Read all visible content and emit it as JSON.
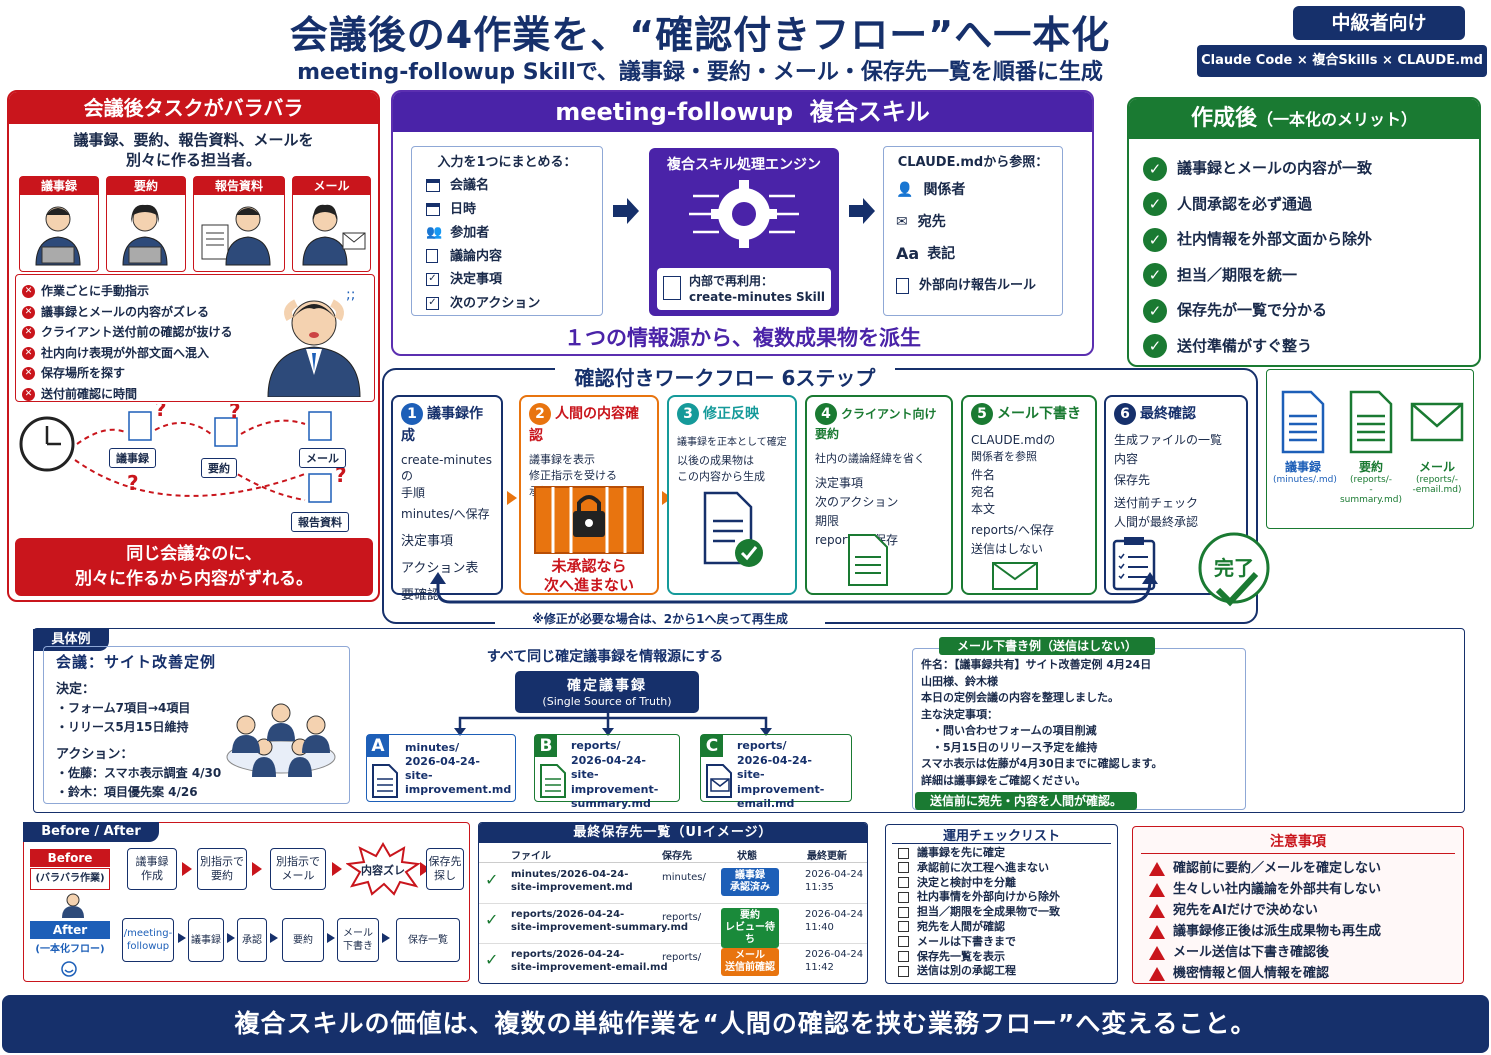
{
  "header": {
    "title": "会議後の4作業を、“確認付きフロー”へ一本化",
    "subtitle": "meeting-followup Skillで、議事録・要約・メール・保存先一覧を順番に生成",
    "level_badge": "中級者向け",
    "tech_badge": "Claude Code × 複合Skills × CLAUDE.md"
  },
  "problem": {
    "title": "会議後タスクがバラバラ",
    "lead": "議事録、要約、報告資料、メールを\n別々に作る担当者。",
    "roles": [
      "議事録",
      "要約",
      "報告資料",
      "メール"
    ],
    "issues": [
      "作業ごとに手動指示",
      "議事録とメールの内容がズレる",
      "クライアント送付前の確認が抜ける",
      "社内向け表現が外部文面へ混入",
      "保存場所を探す",
      "送付前確認に時間"
    ],
    "docs": [
      "議事録",
      "要約",
      "メール",
      "報告資料"
    ],
    "conclusion": "同じ会議なのに、\n別々に作るから内容がずれる。"
  },
  "skill": {
    "title": "meeting-followup  複合スキル",
    "input_title": "入力を1つにまとめる：",
    "inputs": [
      "会議名",
      "日時",
      "参加者",
      "議論内容",
      "決定事項",
      "次のアクション"
    ],
    "engine_title": "複合スキル処理エンジン",
    "reuse_label": "内部で再利用：",
    "reuse_value": "create-minutes Skill",
    "ref_title": "CLAUDE.mdから参照：",
    "refs": [
      "関係者",
      "宛先",
      "表記",
      "外部向け報告ルール"
    ],
    "tagline": "１つの情報源から、複数成果物を派生"
  },
  "benefits": {
    "title": "作成後",
    "title_sub": "（一本化のメリット）",
    "items": [
      "議事録とメールの内容が一致",
      "人間承認を必ず通過",
      "社内情報を外部文面から除外",
      "担当／期限を統一",
      "保存先が一覧で分かる",
      "送付準備がすぐ整う"
    ],
    "outputs": [
      {
        "label": "議事録",
        "path": "(minutes/.md)"
      },
      {
        "label": "要約",
        "path": "(reports/-\n-summary.md)"
      },
      {
        "label": "メール",
        "path": "(reports/-\n-email.md)"
      }
    ]
  },
  "workflow": {
    "title": "確認付きワークフロー 6ステップ",
    "steps": [
      {
        "num": "1",
        "title": "議事録作成",
        "lines": [
          "create-minutesの",
          "手順",
          "minutes/へ保存",
          "決定事項",
          "アクション表",
          "要確認"
        ]
      },
      {
        "num": "2",
        "title": "人間の内容確認",
        "lines": [
          "議事録を表示",
          "修正指示を受ける",
          "承認されるまでSTOP"
        ],
        "warn": "未承認なら\n次へ進まない"
      },
      {
        "num": "3",
        "title": "修正反映",
        "lines": [
          "議事録を正本として確定",
          "以後の成果物は",
          "この内容から生成"
        ]
      },
      {
        "num": "4",
        "title": "クライアント向け要約",
        "lines": [
          "社内の議論経緯を省く",
          "決定事項",
          "次のアクション",
          "期限",
          "reports/へ保存"
        ]
      },
      {
        "num": "5",
        "title": "メール下書き",
        "lines": [
          "CLAUDE.mdの",
          "関係者を参照",
          "件名",
          "宛名",
          "本文",
          "reports/へ保存",
          "送信はしない"
        ]
      },
      {
        "num": "6",
        "title": "最終確認",
        "lines": [
          "生成ファイルの一覧",
          "内容",
          "保存先",
          "送付前チェック",
          "人間が最終承認"
        ]
      }
    ],
    "done": "完了",
    "loop_note": "※修正が必要な場合は、2から1へ戻って再生成"
  },
  "example": {
    "tag": "具体例",
    "meeting_label": "会議：サイト改善定例",
    "decision_label": "決定：",
    "decisions": [
      "・フォーム7項目→4項目",
      "・リリース5月15日維持"
    ],
    "action_label": "アクション：",
    "actions": [
      "・佐藤：スマホ表示調査 4/30",
      "・鈴木：項目優先案 4/26"
    ],
    "sot_heading": "すべて同じ確定議事録を情報源にする",
    "sot_title": "確定議事録",
    "sot_sub": "(Single Source of Truth)",
    "files": [
      {
        "letter": "A",
        "path": "minutes/\n2026-04-24-\nsite-improvement.md"
      },
      {
        "letter": "B",
        "path": "reports/\n2026-04-24-\nsite-improvement-\nsummary.md"
      },
      {
        "letter": "C",
        "path": "reports/\n2026-04-24-\nsite-improvement-\nemail.md"
      }
    ],
    "mail_title": "メール下書き例（送信はしない）",
    "mail_lines": [
      "件名：【議事録共有】サイト改善定例 4月24日",
      "山田様、鈴木様",
      "本日の定例会議の内容を整理しました。",
      "主な決定事項：",
      "　・問い合わせフォームの項目削減",
      "　・5月15日のリリース予定を維持",
      "スマホ表示は佐藤が4月30日までに確認します。",
      "詳細は議事録をご確認ください。"
    ],
    "mail_footer": "送信前に宛先・内容を人間が確認。"
  },
  "before_after": {
    "tag": "Before / After",
    "before_label": "Before",
    "before_sub": "(バラバラ作業)",
    "before_steps": [
      "議事録\n作成",
      "別指示で\n要約",
      "別指示で\nメール",
      "内容ズレ",
      "保存先\n探し"
    ],
    "after_label": "After",
    "after_sub": "(一本化フロー)",
    "after_steps": [
      "/meeting-\nfollowup",
      "議事録",
      "承認",
      "要約",
      "メール\n下書き",
      "保存一覧"
    ]
  },
  "storage": {
    "title": "最終保存先一覧（UIイメージ）",
    "headers": [
      "ファイル",
      "保存先",
      "状態",
      "最終更新"
    ],
    "rows": [
      {
        "file": "minutes/2026-04-24-\nsite-improvement.md",
        "dir": "minutes/",
        "status": "議事録\n承認済み",
        "status_color": "#1d5fb8",
        "updated": "2026-04-24\n11:35"
      },
      {
        "file": "reports/2026-04-24-\nsite-improvement-summary.md",
        "dir": "reports/",
        "status": "要約\nレビュー待ち",
        "status_color": "#1a8a3a",
        "updated": "2026-04-24\n11:40"
      },
      {
        "file": "reports/2026-04-24-\nsite-improvement-email.md",
        "dir": "reports/",
        "status": "メール\n送信前確認",
        "status_color": "#e8740f",
        "updated": "2026-04-24\n11:42"
      }
    ]
  },
  "checklist": {
    "title": "運用チェックリスト",
    "items": [
      "議事録を先に確定",
      "承認前に次工程へ進まない",
      "決定と検討中を分離",
      "社内事情を外部向けから除外",
      "担当／期限を全成果物で一致",
      "宛先を人間が確認",
      "メールは下書きまで",
      "保存先一覧を表示",
      "送信は別の承認工程"
    ]
  },
  "caution": {
    "title": "注意事項",
    "items": [
      "確認前に要約／メールを確定しない",
      "生々しい社内議論を外部共有しない",
      "宛先をAIだけで決めない",
      "議事録修正後は派生成果物も再生成",
      "メール送信は下書き確認後",
      "機密情報と個人情報を確認"
    ]
  },
  "footer": {
    "text": "複合スキルの価値は、複数の単純作業を“人間の確認を挟む業務フロー”へ変えること。"
  }
}
